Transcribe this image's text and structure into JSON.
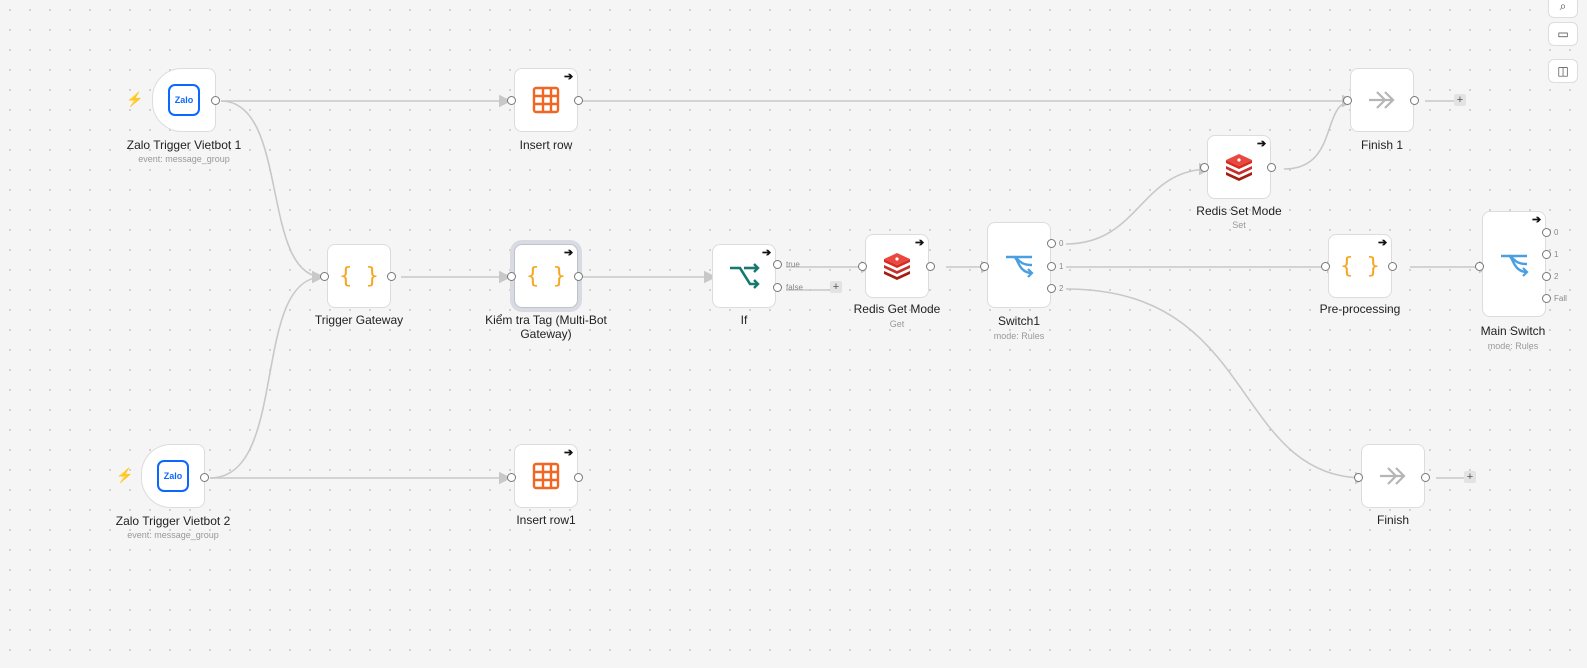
{
  "nodes": {
    "zalo1": {
      "name": "Zalo Trigger Vietbot 1",
      "subtitle": "event: message_group",
      "icon": "zalo-icon",
      "logo_text": "Zalo"
    },
    "zalo2": {
      "name": "Zalo Trigger Vietbot 2",
      "subtitle": "event: message_group",
      "icon": "zalo-icon",
      "logo_text": "Zalo"
    },
    "insert_row": {
      "name": "Insert row",
      "icon": "table-icon"
    },
    "insert_row1": {
      "name": "Insert row1",
      "icon": "table-icon"
    },
    "trigger_gateway": {
      "name": "Trigger Gateway",
      "icon": "code-braces-icon"
    },
    "kiem_tra_tag": {
      "name": "Kiểm tra Tag (Multi-Bot Gateway)",
      "icon": "code-braces-icon"
    },
    "if": {
      "name": "If",
      "icon": "if-branch-icon",
      "outputs": [
        "true",
        "false"
      ]
    },
    "redis_get": {
      "name": "Redis Get Mode",
      "subtitle": "Get",
      "icon": "redis-icon"
    },
    "switch1": {
      "name": "Switch1",
      "subtitle": "mode: Rules",
      "icon": "switch-icon",
      "outputs": [
        "0",
        "1",
        "2"
      ]
    },
    "redis_set": {
      "name": "Redis Set Mode",
      "subtitle": "Set",
      "icon": "redis-icon"
    },
    "finish1": {
      "name": "Finish 1",
      "icon": "no-op-icon"
    },
    "finish": {
      "name": "Finish",
      "icon": "no-op-icon"
    },
    "preprocessing": {
      "name": "Pre-processing",
      "icon": "code-braces-icon"
    },
    "main_switch": {
      "name": "Main Switch",
      "subtitle": "mode: Rules",
      "icon": "switch-icon",
      "outputs": [
        "0",
        "1",
        "2",
        "Fall"
      ]
    }
  },
  "symbols": {
    "add": "+",
    "exec_arrow": "➔",
    "bolt": "⚡"
  },
  "colors": {
    "edge": "#c8c8c8",
    "code": "#f5a623",
    "table": "#f26522",
    "if": "#16796f",
    "switch": "#4a9fe0",
    "redis": "#d82c20",
    "noop": "#b5b5b5",
    "zalo": "#0a68ff",
    "trigger_bolt": "#ff6b2b"
  },
  "sidebar": {
    "icons": [
      "search-icon",
      "sticky-note-icon",
      "panel-icon"
    ]
  }
}
